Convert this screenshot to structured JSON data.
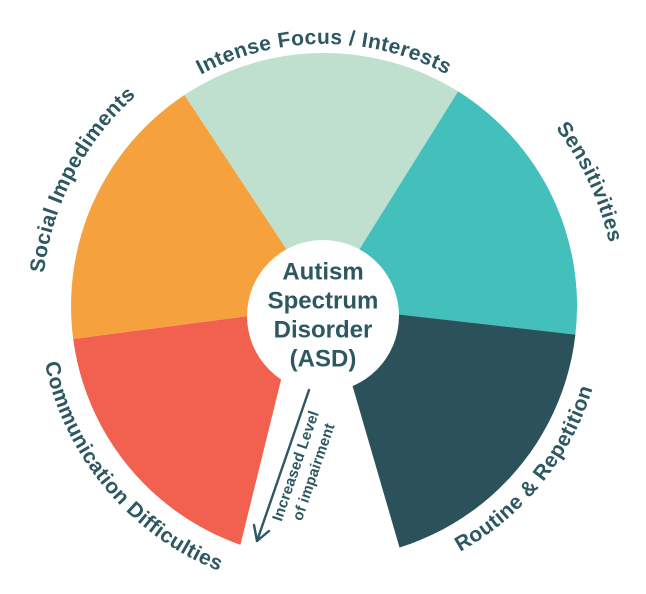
{
  "background": "#FFFFFF",
  "text_color": "#2D5862",
  "wheel": {
    "center_label": {
      "lines": [
        "Autism",
        "Spectrum",
        "Disorder",
        "(ASD)"
      ]
    },
    "segments": [
      {
        "label": "Intense Focus / Interests",
        "color": "#C0E0CF",
        "start": -33.5,
        "end": 32,
        "label_arc": {
          "r": 262,
          "from": -65,
          "to": 65,
          "dir": "cw"
        }
      },
      {
        "label": "Sensitivities",
        "color": "#43BFBC",
        "start": 32,
        "end": 96.5,
        "label_arc": {
          "r": 292,
          "from": 25,
          "to": 105,
          "dir": "cw"
        }
      },
      {
        "label": "Routine & Repetition",
        "color": "#2B515A",
        "start": 96.5,
        "end": 181,
        "label_arc": {
          "r": 281,
          "from": 175,
          "to": 83,
          "dir": "ccw"
        }
      },
      {
        "label": "Communication Difficulties",
        "color": "#F2614F",
        "start": 179,
        "end": 262.5,
        "label_arc": {
          "r": 285,
          "from": 276,
          "to": 184,
          "dir": "ccw"
        }
      },
      {
        "label": "Social Impediments",
        "color": "#F5A13D",
        "start": 262.5,
        "end": 326.5,
        "label_arc": {
          "r": 282,
          "from": 256,
          "to": 339,
          "dir": "cw"
        }
      }
    ],
    "impairment_arrow": {
      "label_lines": [
        "Increased Level",
        "of impairment"
      ]
    }
  }
}
